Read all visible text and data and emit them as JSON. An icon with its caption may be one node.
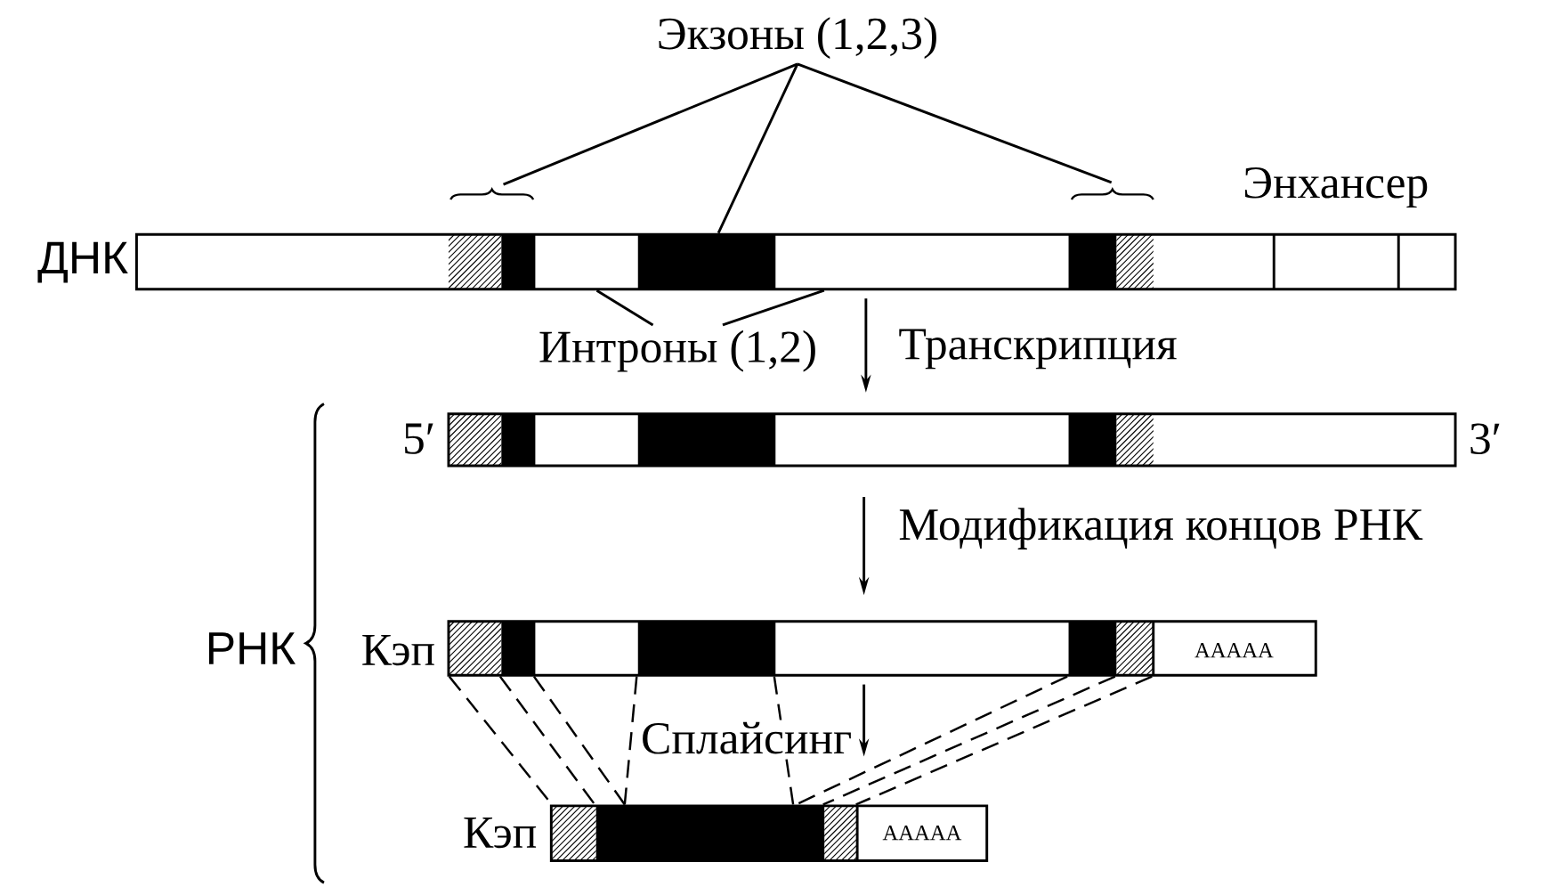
{
  "diagram": {
    "nodes": [
      {
        "text": [
          "Экзоны (1,2,3)"
        ]
      },
      {
        "text": [
          "ДНК"
        ]
      },
      {
        "text": [
          "Интроны (1,2)"
        ]
      },
      {
        "text": [],
        "shape": "bar",
        "beside": [
          "5′",
          "3′"
        ]
      },
      {
        "text": [
          "Кэп",
          "AAAAA"
        ]
      },
      {
        "text": [
          "Кэп",
          "AAAAA"
        ]
      }
    ],
    "edges": [
      {
        "from": 0,
        "to": null,
        "arrow": "none"
      },
      {
        "from": 0,
        "to": 1,
        "arrow": "none"
      },
      {
        "from": 0,
        "to": null,
        "arrow": "none"
      },
      {
        "from": 2,
        "to": 1,
        "arrow": "none"
      },
      {
        "from": 2,
        "to": 1,
        "arrow": "none"
      },
      {
        "from": 1,
        "to": 3,
        "arrow": "to",
        "label": "Транскрипция"
      },
      {
        "from": 3,
        "to": 4,
        "arrow": "to",
        "label": "Модификация концов РНК"
      },
      {
        "from": 4,
        "to": 5,
        "arrow": "to",
        "label": "Сплайсинг"
      },
      {
        "from": 4,
        "to": 5,
        "arrow": "none",
        "style": "dashed"
      },
      {
        "from": 4,
        "to": 5,
        "arrow": "none",
        "style": "dashed"
      },
      {
        "from": 4,
        "to": 5,
        "arrow": "none",
        "style": "dashed"
      },
      {
        "from": 4,
        "to": 5,
        "arrow": "none",
        "style": "dashed"
      },
      {
        "from": 4,
        "to": 5,
        "arrow": "none",
        "style": "dashed"
      },
      {
        "from": 4,
        "to": 5,
        "arrow": "none",
        "style": "dashed"
      },
      {
        "from": 4,
        "to": 5,
        "arrow": "none",
        "style": "dashed"
      },
      {
        "from": 4,
        "to": 5,
        "arrow": "none",
        "style": "dashed"
      }
    ],
    "labels": [
      "Энхансер",
      "РНК"
    ]
  }
}
